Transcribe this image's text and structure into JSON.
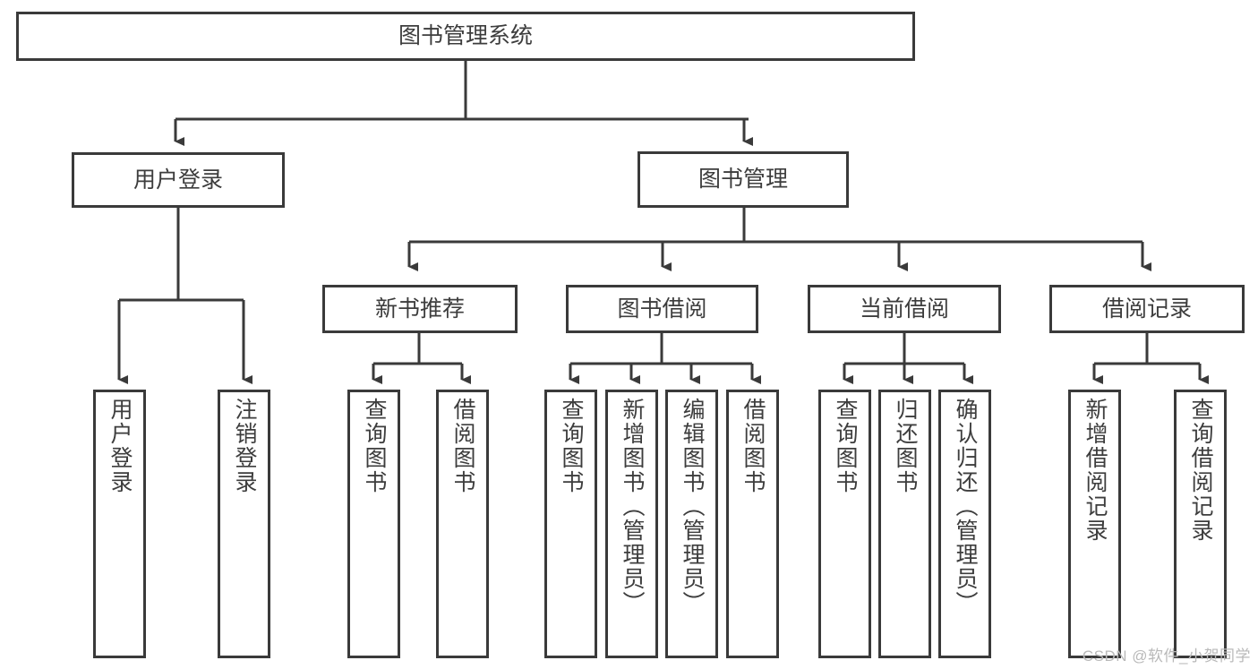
{
  "diagram": {
    "title": "图书管理系统",
    "root": {
      "label": "图书管理系统"
    },
    "level2": [
      {
        "label": "用户登录"
      },
      {
        "label": "图书管理"
      }
    ],
    "level3": [
      {
        "label": "新书推荐"
      },
      {
        "label": "图书借阅"
      },
      {
        "label": "当前借阅"
      },
      {
        "label": "借阅记录"
      }
    ],
    "leaves": {
      "user_login": [
        {
          "label": "用户登录"
        },
        {
          "label": "注销登录"
        }
      ],
      "new_book_recommend": [
        {
          "label": "查询图书"
        },
        {
          "label": "借阅图书"
        }
      ],
      "book_borrow": [
        {
          "label": "查询图书"
        },
        {
          "label": "新增图书（管理员）"
        },
        {
          "label": "编辑图书（管理员）"
        },
        {
          "label": "借阅图书"
        }
      ],
      "current_borrow": [
        {
          "label": "查询图书"
        },
        {
          "label": "归还图书"
        },
        {
          "label": "确认归还（管理员）"
        }
      ],
      "borrow_record": [
        {
          "label": "新增借阅记录"
        },
        {
          "label": "查询借阅记录"
        }
      ]
    },
    "watermark": "CSDN @软件_小贺同学",
    "colors": {
      "border": "#3a3a3a",
      "text": "#3d3d3d",
      "background": "#ffffff",
      "watermark": "#b9b9b9"
    }
  }
}
